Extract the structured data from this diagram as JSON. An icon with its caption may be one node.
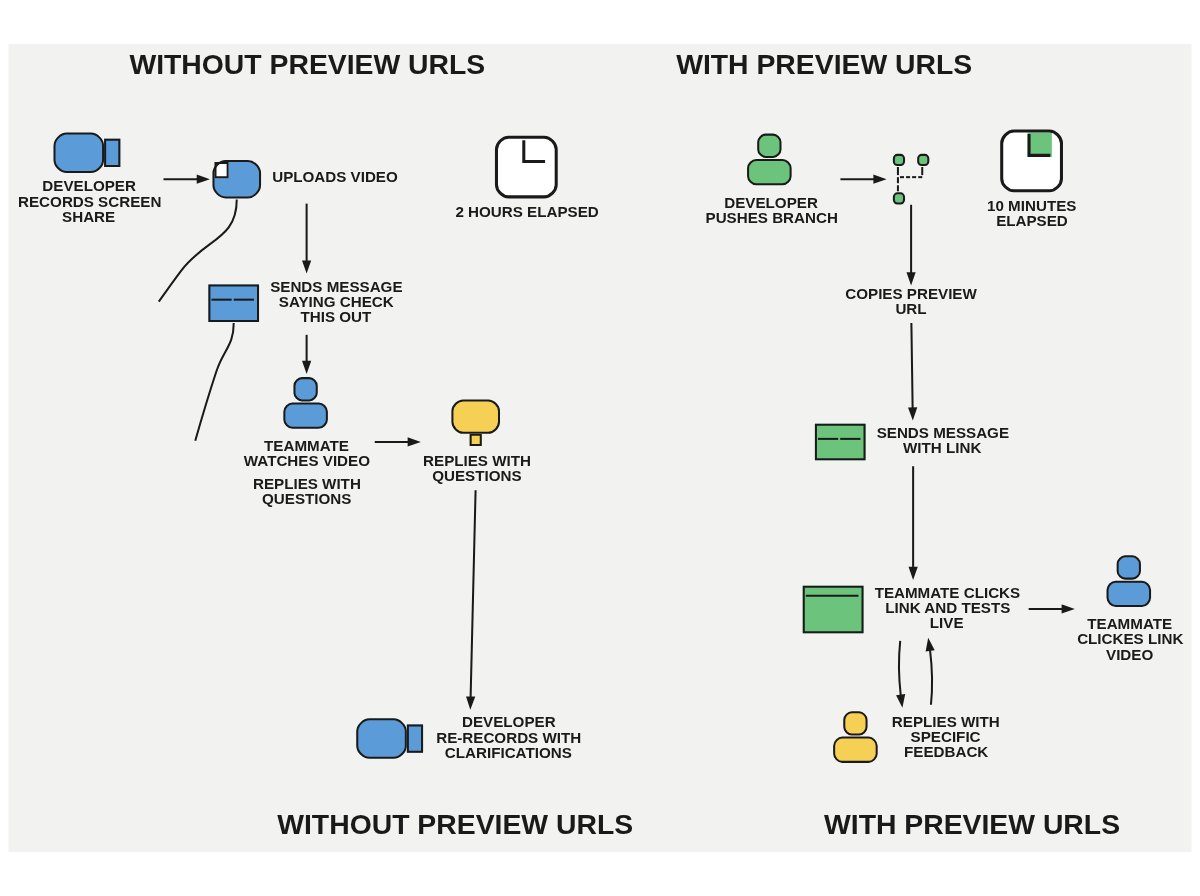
{
  "diagram": {
    "nodes": [
      {
        "text": [
          "DEVELOPER RECORDS SCREEN SHARE"
        ]
      },
      {
        "text": [
          "UPLOADS VIDEO"
        ]
      },
      {
        "text": [
          "2 HOURS ELAPSED"
        ]
      },
      {
        "text": [
          "SENDS MESSAGE SAYING CHECK THIS OUT"
        ]
      },
      {
        "text": [
          "TEAMMATE WATCHES VIDEO"
        ],
        "beside": [
          "REPLIES WITH QUESTIONS"
        ]
      },
      {
        "text": [
          "REPLIES WITH QUESTIONS"
        ]
      },
      {
        "text": [
          "DEVELOPER RE-RECORDS WITH CLARIFICATIONS"
        ]
      },
      {
        "text": [
          "DEVELOPER PUSHES BRANCH"
        ]
      },
      {
        "text": [],
        "shape": "picture"
      },
      {
        "text": [
          "10 MINUTES ELAPSED"
        ]
      },
      {
        "text": [
          "COPIES PREVIEW URL"
        ]
      },
      {
        "text": [
          "SENDS MESSAGE WITH LINK"
        ]
      },
      {
        "text": [
          "TEAMMATE CLICKS LINK AND TESTS LIVE"
        ]
      },
      {
        "text": [
          "TEAMMATE CLICKES LINK VIDEO"
        ]
      },
      {
        "text": [
          "REPLIES WITH SPECIFIC FEEDBACK"
        ]
      }
    ],
    "edges": [
      {
        "from": 0,
        "to": 1,
        "arrow": "to"
      },
      {
        "from": 1,
        "to": 3,
        "arrow": "to"
      },
      {
        "from": 1,
        "to": null,
        "arrow": "none"
      },
      {
        "from": 3,
        "to": 4,
        "arrow": "to"
      },
      {
        "from": 3,
        "to": null,
        "arrow": "none"
      },
      {
        "from": 4,
        "to": 5,
        "arrow": "to"
      },
      {
        "from": 5,
        "to": 6,
        "arrow": "to"
      },
      {
        "from": 7,
        "to": 8,
        "arrow": "to"
      },
      {
        "from": 8,
        "to": 10,
        "arrow": "to"
      },
      {
        "from": 10,
        "to": 11,
        "arrow": "to"
      },
      {
        "from": 11,
        "to": 12,
        "arrow": "to"
      },
      {
        "from": 12,
        "to": 13,
        "arrow": "to"
      },
      {
        "from": 12,
        "to": 14,
        "arrow": "to"
      },
      {
        "from": 14,
        "to": 12,
        "arrow": "to"
      }
    ],
    "labels": [
      "WITHOUT PREVIEW URLS",
      "WITH PREVIEW URLS",
      "WITHOUT PREVIEW URLS",
      "WITH PREVIEW URLS"
    ]
  }
}
